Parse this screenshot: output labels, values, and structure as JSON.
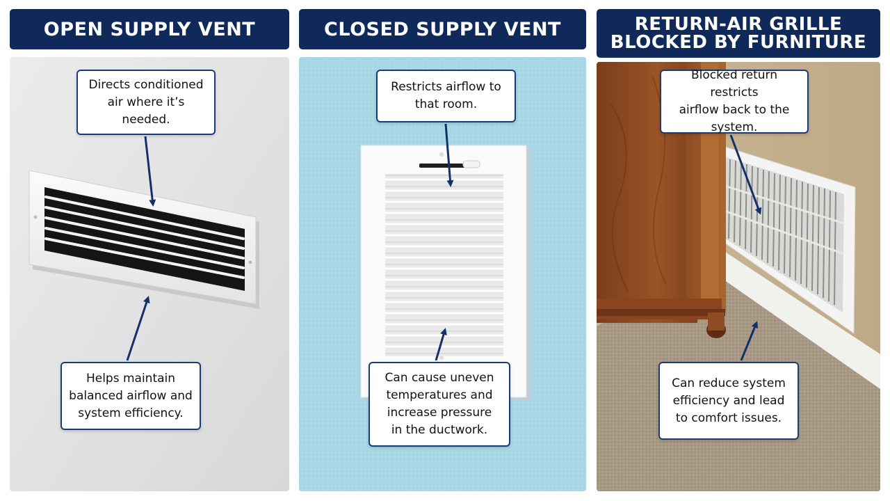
{
  "panels": [
    {
      "header": [
        "OPEN SUPPLY VENT"
      ],
      "callout_top": [
        "Directs conditioned",
        "air where it’s",
        "needed."
      ],
      "callout_bottom": [
        "Helps maintain",
        "balanced airflow and",
        "system efficiency."
      ]
    },
    {
      "header": [
        "CLOSED SUPPLY VENT"
      ],
      "callout_top": [
        "Restricts airflow to",
        "that room."
      ],
      "callout_bottom": [
        "Can cause uneven",
        "temperatures and",
        "increase pressure",
        "in the ductwork."
      ]
    },
    {
      "header": [
        "RETURN-AIR GRILLE",
        "BLOCKED BY FURNITURE"
      ],
      "callout_top": [
        "Blocked return restricts",
        "airflow back to the",
        "system."
      ],
      "callout_bottom": [
        "Can reduce system",
        "efficiency and lead",
        "to comfort issues."
      ]
    }
  ],
  "colors": {
    "header_bg": "#0f2a5a",
    "header_text": "#ffffff",
    "callout_border": "#1a3a78",
    "arrow": "#13306b"
  },
  "icons": [
    "open-vent-illustration",
    "closed-vent-illustration",
    "blocked-return-grille-illustration"
  ]
}
